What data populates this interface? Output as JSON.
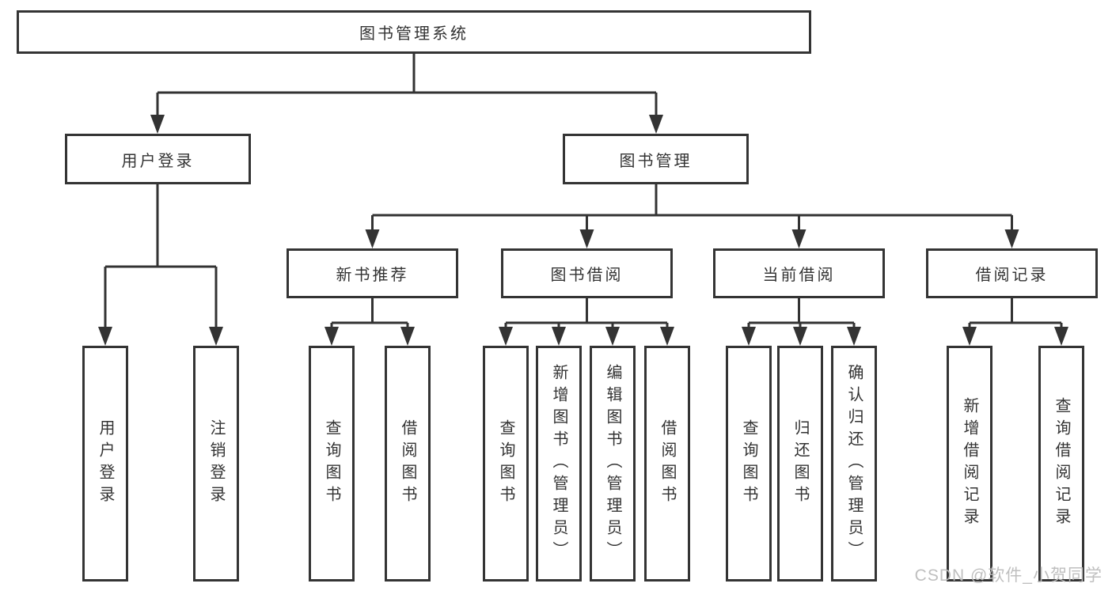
{
  "diagram": {
    "root": {
      "label": "图书管理系统"
    },
    "level2": [
      {
        "label": "用户登录"
      },
      {
        "label": "图书管理"
      }
    ],
    "level3": [
      {
        "label": "新书推荐"
      },
      {
        "label": "图书借阅"
      },
      {
        "label": "当前借阅"
      },
      {
        "label": "借阅记录"
      }
    ],
    "leaves": [
      {
        "label": "用户登录"
      },
      {
        "label": "注销登录"
      },
      {
        "label": "查询图书"
      },
      {
        "label": "借阅图书"
      },
      {
        "label": "查询图书"
      },
      {
        "label": "新增图书（管理员）"
      },
      {
        "label": "编辑图书（管理员）"
      },
      {
        "label": "借阅图书"
      },
      {
        "label": "查询图书"
      },
      {
        "label": "归还图书"
      },
      {
        "label": "确认归还（管理员）"
      },
      {
        "label": "新增借阅记录"
      },
      {
        "label": "查询借阅记录"
      }
    ]
  },
  "watermark": {
    "text": "CSDN @软件_小贺同学"
  },
  "colors": {
    "line": "#333333",
    "border": "#343434",
    "text": "#333333",
    "watermark": "#bcbcbc",
    "background": "#ffffff"
  }
}
